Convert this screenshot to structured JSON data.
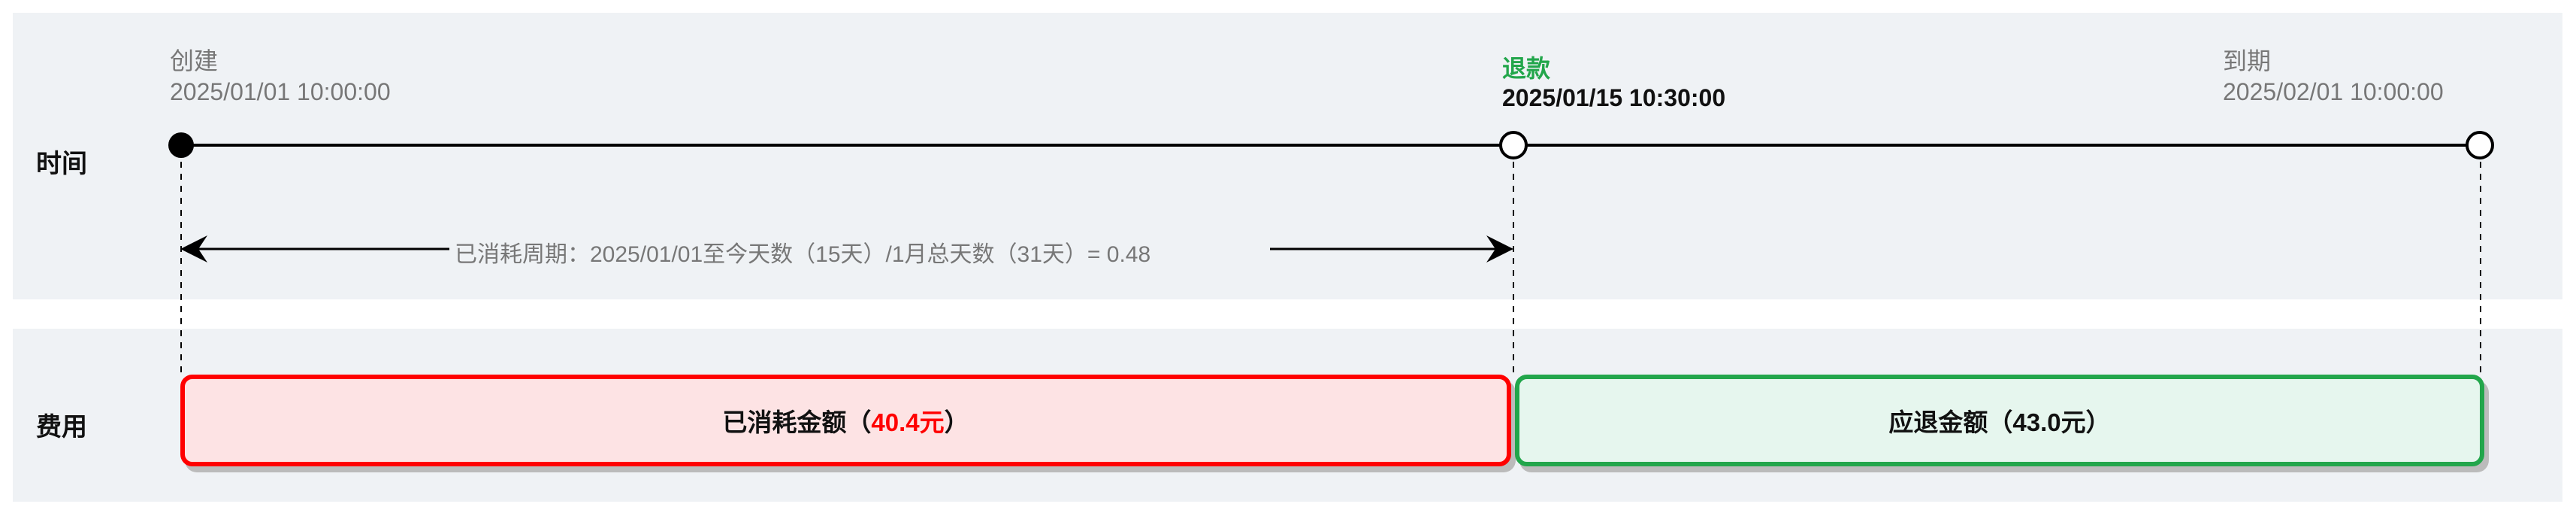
{
  "rows": {
    "time_label": "时间",
    "cost_label": "费用"
  },
  "events": [
    {
      "name": "创建",
      "date": "2025/01/01 10:00:00"
    },
    {
      "name": "退款",
      "date": "2025/01/15 10:30:00"
    },
    {
      "name": "到期",
      "date": "2025/02/01 10:00:00"
    }
  ],
  "period_note": "已消耗周期：2025/01/01至今天数（15天）/1月总天数（31天）= 0.48",
  "consumed": {
    "prefix": "已消耗金额（",
    "amount": "40.4元",
    "suffix": "）"
  },
  "refund": {
    "label": "应退金额（43.0元）"
  },
  "colors": {
    "consumed_border": "#ff0000",
    "consumed_fill": "#fde3e4",
    "refund_border": "#22a64b",
    "refund_fill": "#e6f6ee",
    "refund_event": "#22a64b"
  }
}
